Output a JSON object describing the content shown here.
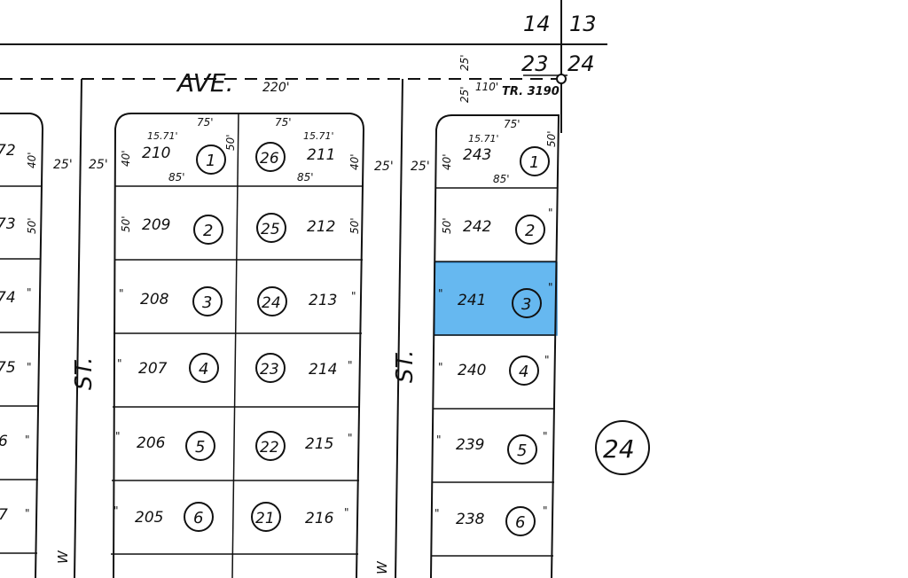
{
  "map": {
    "streets": {
      "avenue": "AVE.",
      "street_left": "ST.",
      "street_right": "ST."
    },
    "dimensions": {
      "d220": "220'",
      "d75": "75'",
      "d85": "85'",
      "d50": "50'",
      "d40": "40'",
      "d25": "25'",
      "d110": "110'",
      "arc": "15.71'",
      "mark": "\""
    },
    "corner": {
      "sec14": "14",
      "sec13": "13",
      "sec23": "23",
      "sec24": "24",
      "tract": "TR. 3190"
    },
    "parcels": {
      "p272": "72",
      "p273": "73",
      "p274": "74",
      "p275": "75",
      "p276": "6",
      "p277": "7",
      "p210": "210",
      "p209": "209",
      "p208": "208",
      "p207": "207",
      "p206": "206",
      "p205": "205",
      "p211": "211",
      "p212": "212",
      "p213": "213",
      "p214": "214",
      "p215": "215",
      "p216": "216",
      "p243": "243",
      "p242": "242",
      "p241": "241",
      "p240": "240",
      "p239": "239",
      "p238": "238"
    },
    "lots": {
      "l1": "1",
      "l2": "2",
      "l3": "3",
      "l4": "4",
      "l5": "5",
      "l6": "6",
      "l26": "26",
      "l25": "25",
      "l24": "24",
      "l23": "23",
      "l22": "22",
      "l21": "21",
      "r1": "1",
      "r2": "2",
      "r3": "3",
      "r4": "4",
      "r5": "5",
      "r6": "6"
    },
    "block": "24",
    "edge_marks": {
      "w1": "W",
      "w2": "W"
    },
    "highlight": {
      "parcel": "241",
      "lot": "3",
      "color": "#66b8f0"
    }
  }
}
